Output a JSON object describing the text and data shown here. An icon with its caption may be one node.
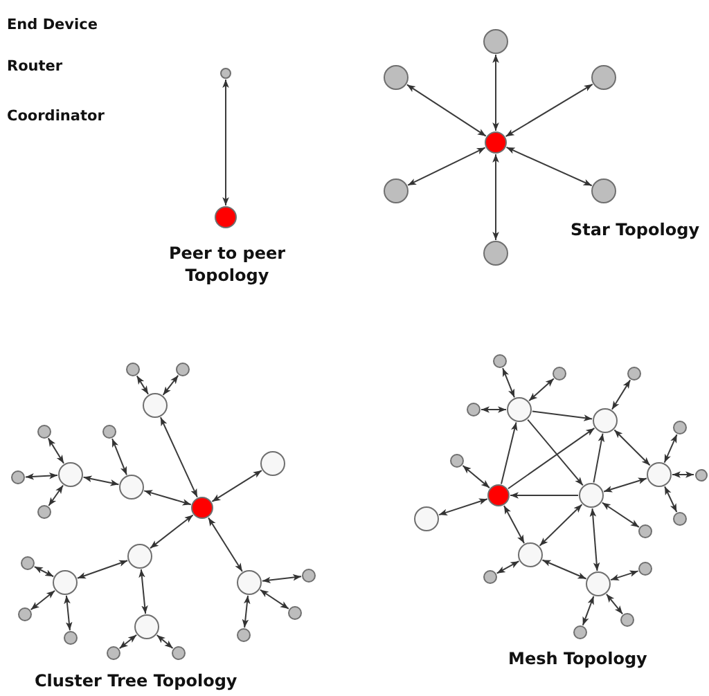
{
  "diagram": {
    "nodes": [
      {
        "text": [],
        "shape": "circle"
      },
      {
        "text": [],
        "shape": "circle"
      },
      {
        "text": [],
        "shape": "circle"
      },
      {
        "text": [],
        "shape": "circle"
      },
      {
        "text": [],
        "shape": "circle"
      },
      {
        "text": [],
        "shape": "circle"
      },
      {
        "text": [],
        "shape": "circle"
      },
      {
        "text": [],
        "shape": "circle"
      },
      {
        "text": [],
        "shape": "circle"
      },
      {
        "text": [],
        "shape": "circle"
      },
      {
        "text": [],
        "shape": "circle"
      },
      {
        "text": [],
        "shape": "circle"
      },
      {
        "text": [],
        "shape": "circle"
      },
      {
        "text": [],
        "shape": "circle"
      },
      {
        "text": [],
        "shape": "circle"
      },
      {
        "text": [],
        "shape": "circle"
      },
      {
        "text": [],
        "shape": "circle"
      },
      {
        "text": [],
        "shape": "circle"
      },
      {
        "text": [],
        "shape": "circle"
      },
      {
        "text": [],
        "shape": "circle"
      },
      {
        "text": [],
        "shape": "circle"
      },
      {
        "text": [],
        "shape": "circle"
      },
      {
        "text": [],
        "shape": "circle"
      },
      {
        "text": [],
        "shape": "circle"
      },
      {
        "text": [],
        "shape": "circle"
      },
      {
        "text": [],
        "shape": "circle"
      },
      {
        "text": [],
        "shape": "circle"
      },
      {
        "text": [],
        "shape": "circle"
      },
      {
        "text": [],
        "shape": "circle"
      },
      {
        "text": [],
        "shape": "circle"
      },
      {
        "text": [],
        "shape": "circle"
      },
      {
        "text": [],
        "shape": "circle"
      },
      {
        "text": [],
        "shape": "circle"
      },
      {
        "text": [],
        "shape": "circle"
      },
      {
        "text": [],
        "shape": "circle"
      },
      {
        "text": [],
        "shape": "circle"
      },
      {
        "text": [],
        "shape": "circle"
      },
      {
        "text": [],
        "shape": "circle"
      },
      {
        "text": [],
        "shape": "circle"
      },
      {
        "text": [],
        "shape": "circle"
      },
      {
        "text": [],
        "shape": "circle"
      },
      {
        "text": [],
        "shape": "circle"
      },
      {
        "text": [],
        "shape": "circle"
      },
      {
        "text": [],
        "shape": "circle"
      },
      {
        "text": [],
        "shape": "circle"
      },
      {
        "text": [],
        "shape": "circle"
      },
      {
        "text": [],
        "shape": "circle"
      },
      {
        "text": [],
        "shape": "circle"
      },
      {
        "text": [],
        "shape": "circle"
      },
      {
        "text": [],
        "shape": "circle"
      },
      {
        "text": [],
        "shape": "circle"
      },
      {
        "text": [],
        "shape": "circle"
      },
      {
        "text": [],
        "shape": "circle"
      }
    ],
    "edges": [
      {
        "from": 0,
        "to": 1,
        "arrow": "both"
      },
      {
        "from": 5,
        "to": 2,
        "arrow": "both"
      },
      {
        "from": 5,
        "to": 3,
        "arrow": "both"
      },
      {
        "from": 5,
        "to": 4,
        "arrow": "both"
      },
      {
        "from": 5,
        "to": 6,
        "arrow": "both"
      },
      {
        "from": 5,
        "to": 7,
        "arrow": "both"
      },
      {
        "from": 5,
        "to": 8,
        "arrow": "both"
      },
      {
        "from": 18,
        "to": 11,
        "arrow": "both"
      },
      {
        "from": 11,
        "to": 9,
        "arrow": "both"
      },
      {
        "from": 11,
        "to": 10,
        "arrow": "both"
      },
      {
        "from": 18,
        "to": 14,
        "arrow": "both"
      },
      {
        "from": 18,
        "to": 17,
        "arrow": "both"
      },
      {
        "from": 17,
        "to": 12,
        "arrow": "both"
      },
      {
        "from": 17,
        "to": 16,
        "arrow": "both"
      },
      {
        "from": 16,
        "to": 13,
        "arrow": "both"
      },
      {
        "from": 16,
        "to": 15,
        "arrow": "both"
      },
      {
        "from": 16,
        "to": 19,
        "arrow": "both"
      },
      {
        "from": 18,
        "to": 20,
        "arrow": "both"
      },
      {
        "from": 20,
        "to": 23,
        "arrow": "both"
      },
      {
        "from": 23,
        "to": 21,
        "arrow": "both"
      },
      {
        "from": 23,
        "to": 25,
        "arrow": "both"
      },
      {
        "from": 23,
        "to": 29,
        "arrow": "both"
      },
      {
        "from": 20,
        "to": 27,
        "arrow": "both"
      },
      {
        "from": 27,
        "to": 30,
        "arrow": "both"
      },
      {
        "from": 27,
        "to": 31,
        "arrow": "both"
      },
      {
        "from": 18,
        "to": 24,
        "arrow": "both"
      },
      {
        "from": 24,
        "to": 22,
        "arrow": "both"
      },
      {
        "from": 24,
        "to": 26,
        "arrow": "both"
      },
      {
        "from": 24,
        "to": 28,
        "arrow": "both"
      },
      {
        "from": 35,
        "to": 32,
        "arrow": "both"
      },
      {
        "from": 35,
        "to": 33,
        "arrow": "both"
      },
      {
        "from": 35,
        "to": 36,
        "arrow": "both"
      },
      {
        "from": 37,
        "to": 34,
        "arrow": "both"
      },
      {
        "from": 35,
        "to": 37,
        "arrow": "to"
      },
      {
        "from": 35,
        "to": 43,
        "arrow": "to"
      },
      {
        "from": 42,
        "to": 35,
        "arrow": "to"
      },
      {
        "from": 42,
        "to": 37,
        "arrow": "to"
      },
      {
        "from": 43,
        "to": 42,
        "arrow": "to"
      },
      {
        "from": 43,
        "to": 37,
        "arrow": "to"
      },
      {
        "from": 42,
        "to": 39,
        "arrow": "both"
      },
      {
        "from": 37,
        "to": 40,
        "arrow": "both"
      },
      {
        "from": 40,
        "to": 38,
        "arrow": "both"
      },
      {
        "from": 40,
        "to": 41,
        "arrow": "both"
      },
      {
        "from": 40,
        "to": 45,
        "arrow": "both"
      },
      {
        "from": 40,
        "to": 43,
        "arrow": "both"
      },
      {
        "from": 43,
        "to": 46,
        "arrow": "both"
      },
      {
        "from": 43,
        "to": 47,
        "arrow": "both"
      },
      {
        "from": 43,
        "to": 50,
        "arrow": "both"
      },
      {
        "from": 42,
        "to": 44,
        "arrow": "both"
      },
      {
        "from": 42,
        "to": 47,
        "arrow": "both"
      },
      {
        "from": 47,
        "to": 49,
        "arrow": "both"
      },
      {
        "from": 47,
        "to": 50,
        "arrow": "both"
      },
      {
        "from": 50,
        "to": 48,
        "arrow": "both"
      },
      {
        "from": 50,
        "to": 51,
        "arrow": "both"
      },
      {
        "from": 50,
        "to": 52,
        "arrow": "both"
      }
    ],
    "labels": [
      "End Device",
      "Router",
      "Coordinator",
      "Peer to peer Topology",
      "Star Topology",
      "Cluster Tree Topology",
      "Mesh Topology"
    ]
  }
}
